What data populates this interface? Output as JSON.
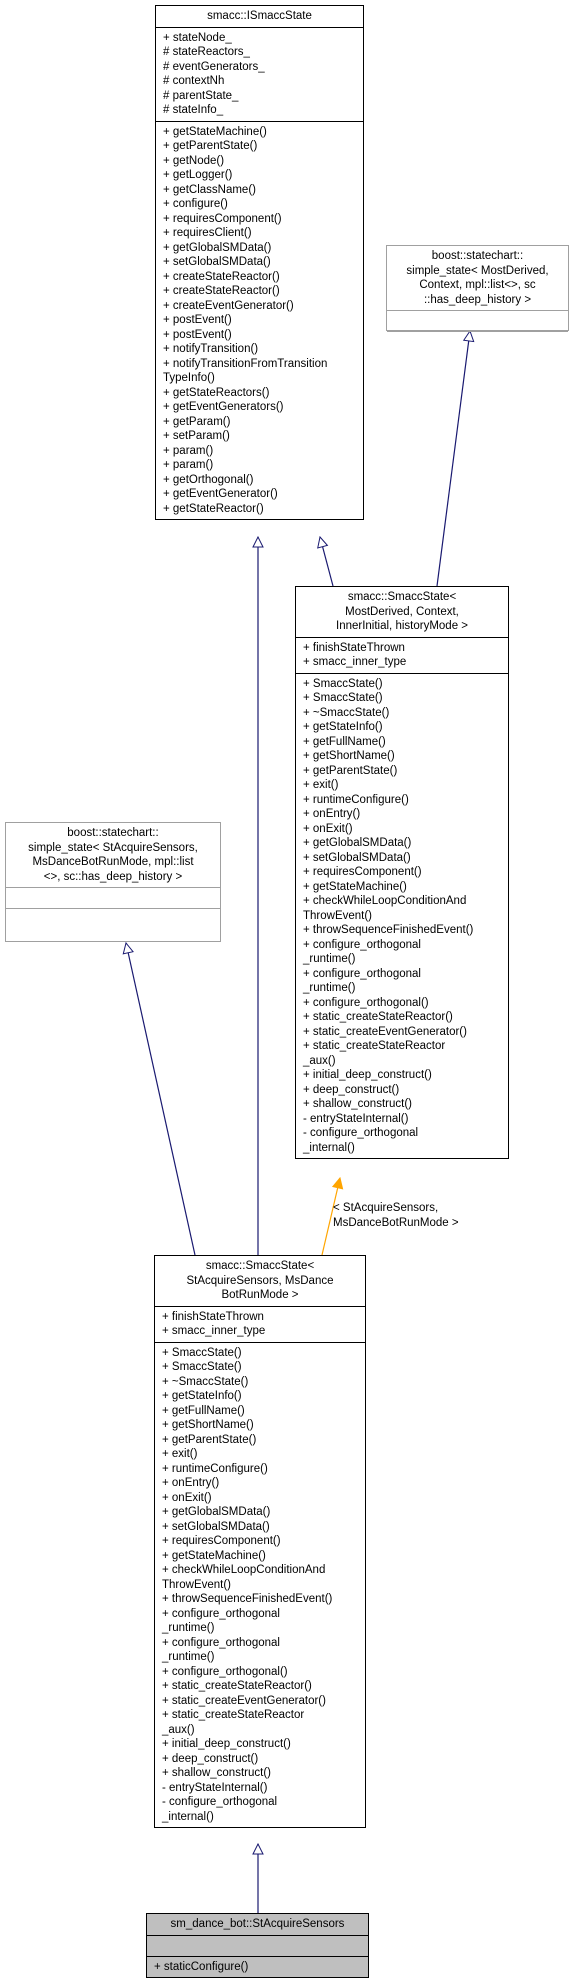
{
  "classes": {
    "ismacc": {
      "title": "smacc::ISmaccState",
      "attributes": [
        "+ stateNode_",
        "# stateReactors_",
        "# eventGenerators_",
        "# contextNh",
        "# parentState_",
        "# stateInfo_"
      ],
      "methods": [
        "+ getStateMachine()",
        "+ getParentState()",
        "+ getNode()",
        "+ getLogger()",
        "+ getClassName()",
        "+ configure()",
        "+ requiresComponent()",
        "+ requiresClient()",
        "+ getGlobalSMData()",
        "+ setGlobalSMData()",
        "+ createStateReactor()",
        "+ createStateReactor()",
        "+ createEventGenerator()",
        "+ postEvent()",
        "+ postEvent()",
        "+ notifyTransition()",
        "+ notifyTransitionFromTransition\nTypeInfo()",
        "+ getStateReactors()",
        "+ getEventGenerators()",
        "+ getParam()",
        "+ setParam()",
        "+ param()",
        "+ param()",
        "+ getOrthogonal()",
        "+ getEventGenerator()",
        "+ getStateReactor()"
      ]
    },
    "boost1": {
      "title": "boost::statechart::\nsimple_state< MostDerived,\nContext, mpl::list<>, sc\n::has_deep_history >"
    },
    "smaccTemplate": {
      "title": "smacc::SmaccState<\nMostDerived, Context,\nInnerInitial, historyMode >",
      "attributes": [
        "+ finishStateThrown",
        "+ smacc_inner_type"
      ],
      "methods": [
        "+ SmaccState()",
        "+ SmaccState()",
        "+ ~SmaccState()",
        "+ getStateInfo()",
        "+ getFullName()",
        "+ getShortName()",
        "+ getParentState()",
        "+ exit()",
        "+ runtimeConfigure()",
        "+ onEntry()",
        "+ onExit()",
        "+ getGlobalSMData()",
        "+ setGlobalSMData()",
        "+ requiresComponent()",
        "+ getStateMachine()",
        "+ checkWhileLoopConditionAnd\nThrowEvent()",
        "+ throwSequenceFinishedEvent()",
        "+ configure_orthogonal\n_runtime()",
        "+ configure_orthogonal\n_runtime()",
        "+ configure_orthogonal()",
        "+ static_createStateReactor()",
        "+ static_createEventGenerator()",
        "+ static_createStateReactor\n_aux()",
        "+ initial_deep_construct()",
        "+ deep_construct()",
        "+ shallow_construct()",
        "- entryStateInternal()",
        "- configure_orthogonal\n_internal()"
      ]
    },
    "boost2": {
      "title": "boost::statechart::\nsimple_state< StAcquireSensors,\nMsDanceBotRunMode, mpl::list\n<>, sc::has_deep_history >"
    },
    "smaccInst": {
      "title": "smacc::SmaccState<\nStAcquireSensors, MsDance\nBotRunMode >",
      "attributes": [
        "+ finishStateThrown",
        "+ smacc_inner_type"
      ],
      "methods": [
        "+ SmaccState()",
        "+ SmaccState()",
        "+ ~SmaccState()",
        "+ getStateInfo()",
        "+ getFullName()",
        "+ getShortName()",
        "+ getParentState()",
        "+ exit()",
        "+ runtimeConfigure()",
        "+ onEntry()",
        "+ onExit()",
        "+ getGlobalSMData()",
        "+ setGlobalSMData()",
        "+ requiresComponent()",
        "+ getStateMachine()",
        "+ checkWhileLoopConditionAnd\nThrowEvent()",
        "+ throwSequenceFinishedEvent()",
        "+ configure_orthogonal\n_runtime()",
        "+ configure_orthogonal\n_runtime()",
        "+ configure_orthogonal()",
        "+ static_createStateReactor()",
        "+ static_createEventGenerator()",
        "+ static_createStateReactor\n_aux()",
        "+ initial_deep_construct()",
        "+ deep_construct()",
        "+ shallow_construct()",
        "- entryStateInternal()",
        "- configure_orthogonal\n_internal()"
      ]
    },
    "stAcquire": {
      "title": "sm_dance_bot::StAcquireSensors",
      "methods": [
        "+ staticConfigure()"
      ]
    }
  },
  "edge_label": "< StAcquireSensors,\nMsDanceBotRunMode >",
  "colors": {
    "inheritance": "#191970",
    "template": "#ffa500",
    "highlight_bg": "#bfbfbf",
    "gray_border": "#a0a0a0"
  }
}
